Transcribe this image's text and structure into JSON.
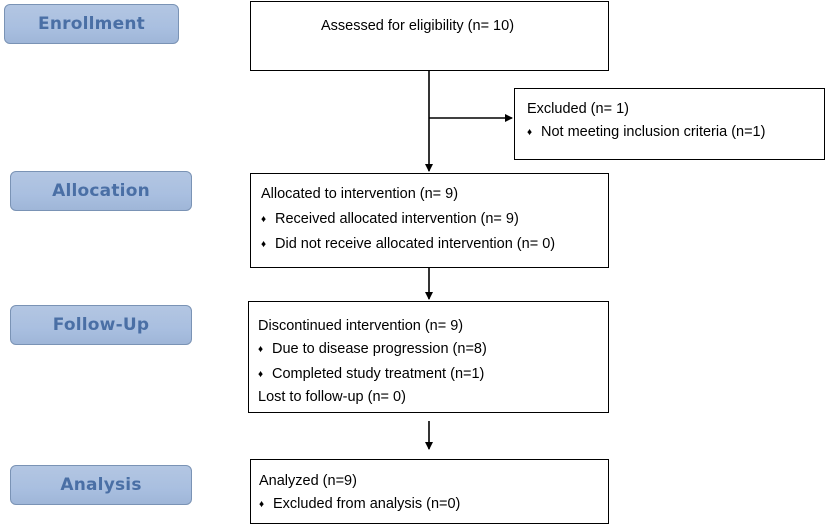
{
  "stages": {
    "enrollment": "Enrollment",
    "allocation": "Allocation",
    "followup": "Follow-Up",
    "analysis": "Analysis"
  },
  "bullet_symbol": "♦",
  "assessed": {
    "text": "Assessed for eligibility (n= 10)"
  },
  "excluded": {
    "title": "Excluded (n= 1)",
    "items": [
      "Not meeting inclusion criteria (n=1)"
    ]
  },
  "allocated": {
    "title": "Allocated to intervention (n= 9)",
    "items": [
      "Received allocated intervention (n= 9)",
      "Did not receive allocated intervention (n= 0)"
    ]
  },
  "followup_box": {
    "title": "Discontinued intervention (n= 9)",
    "items": [
      "Due to disease progression (n=8)",
      "Completed study treatment (n=1)"
    ],
    "footer": "Lost to follow-up (n= 0)"
  },
  "analyzed": {
    "title": "Analyzed (n=9)",
    "items": [
      "Excluded from analysis (n=0)"
    ]
  }
}
